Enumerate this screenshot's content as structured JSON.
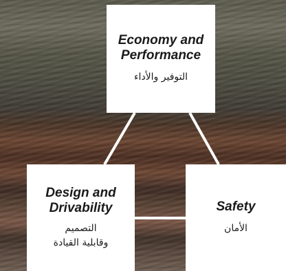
{
  "diagram": {
    "top": {
      "en": "Economy and Performance",
      "ar": "التوفير والأداء"
    },
    "left": {
      "en_line1": "Design and",
      "en_line2": "Drivability",
      "ar_line1": "التصميم",
      "ar_line2": "وقابلية القيادة"
    },
    "right": {
      "en": "Safety",
      "ar": "الأمان"
    }
  },
  "colors": {
    "box": "#ffffff",
    "text": "#1a1a1a",
    "connector": "#ffffff"
  }
}
